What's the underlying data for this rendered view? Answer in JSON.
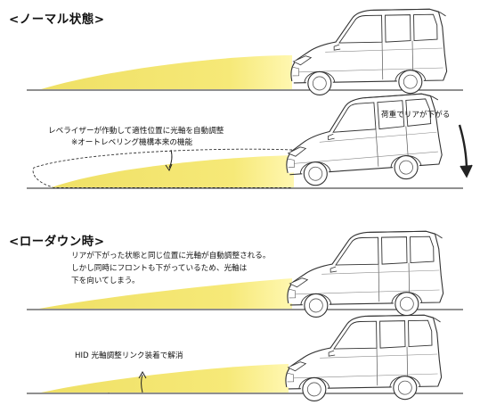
{
  "sections": {
    "normal": {
      "heading": "<ノーマル状態>"
    },
    "leveling": {
      "caption_line1": "レベライザーが作動して適性位置に光軸を自動調整",
      "caption_line2": "※オートレベリング機構本来の機能",
      "rear_label": "荷重でリアが下がる"
    },
    "lowdown": {
      "heading": "<ローダウン時>",
      "caption_line1": "リアが下がった状態と同じ位置に光軸が自動調整される。",
      "caption_line2": "しかし同時にフロントも下がっているため、光軸は",
      "caption_line3": "下を向いてしまう。"
    },
    "hid": {
      "caption": "HID 光軸調整リンク装着で解消"
    }
  },
  "colors": {
    "beam": "#f2e46a",
    "beam_highlight": "#fff7b0",
    "line": "#333333",
    "ground": "#222222"
  }
}
